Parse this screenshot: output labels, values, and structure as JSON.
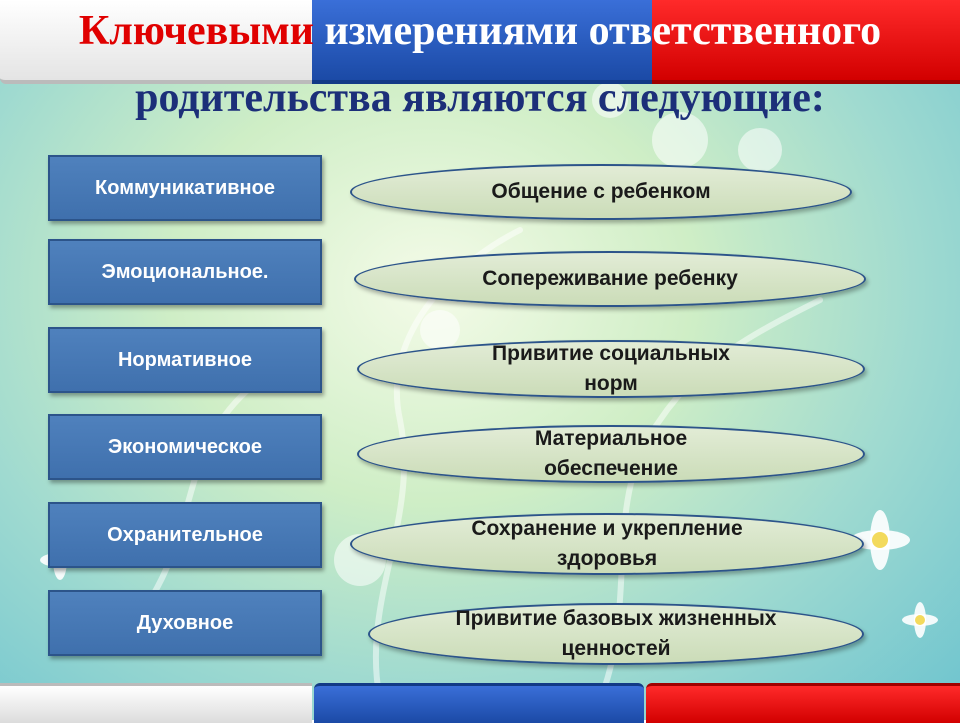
{
  "title": {
    "line1_part1": "Ключевыми",
    "line1_part2": " измерениями ответственного",
    "line2": "родительства являются следующие:"
  },
  "colors": {
    "box_fill": "#4f81bd",
    "oval_fill": "#d7e4c9",
    "title_red": "#e00000",
    "title_blue": "#1c2f79"
  },
  "dimensions": [
    {
      "label": "Коммуникативное",
      "meaning": "Общение с ребенком"
    },
    {
      "label": "Эмоциональное.",
      "meaning": "Сопереживание ребенку"
    },
    {
      "label": "Нормативное",
      "meaning": "Привитие социальных норм"
    },
    {
      "label": "Экономическое",
      "meaning": "Материальное обеспечение"
    },
    {
      "label": "Охранительное",
      "meaning": "Сохранение и укрепление здоровья"
    },
    {
      "label": "Духовное",
      "meaning": "Привитие базовых жизненных ценностей"
    }
  ]
}
